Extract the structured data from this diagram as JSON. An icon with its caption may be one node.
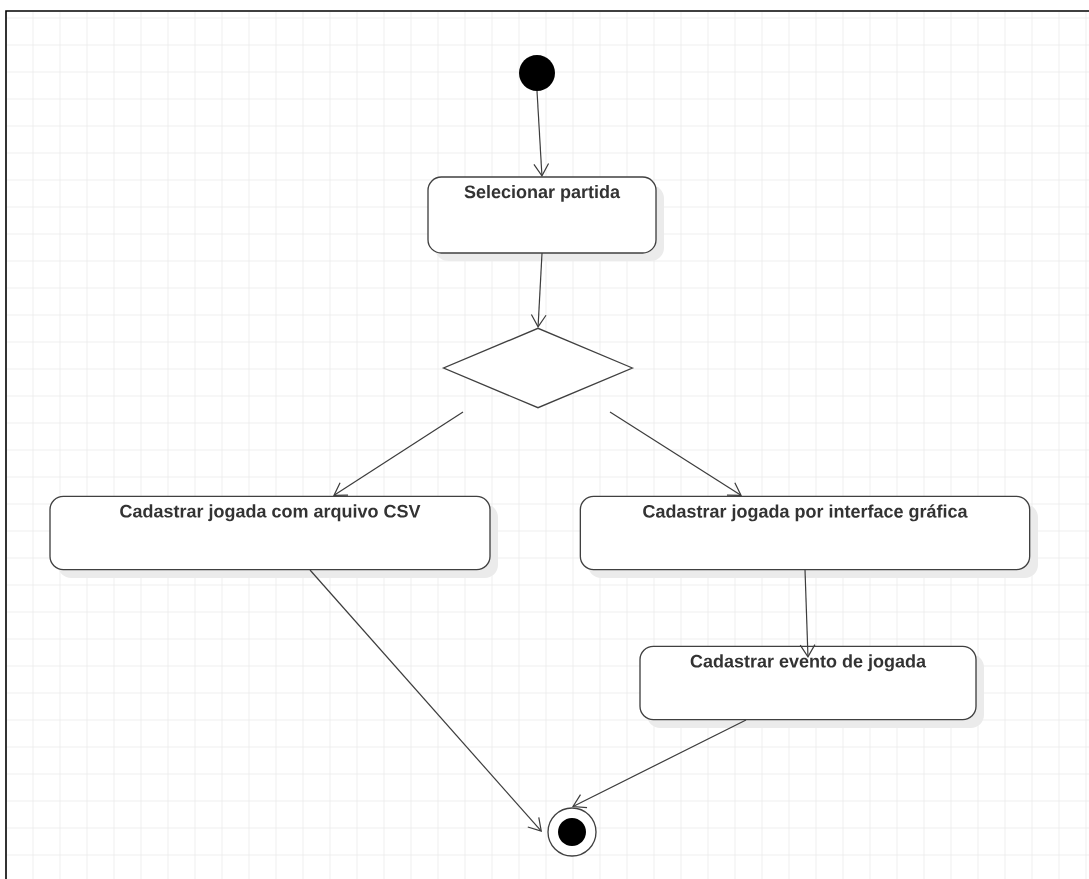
{
  "diagram": {
    "nodes": [
      {
        "text": [],
        "shape": "circle"
      },
      {
        "text": [
          "Selecionar partida"
        ]
      },
      {
        "text": [],
        "shape": "diamond"
      },
      {
        "text": [
          "Cadastrar jogada com arquivo CSV"
        ]
      },
      {
        "text": [
          "Cadastrar jogada por interface gráfica"
        ]
      },
      {
        "text": [
          "Cadastrar evento de jogada"
        ]
      },
      {
        "text": [],
        "shape": "bullseye"
      }
    ],
    "edges": [
      {
        "from": 0,
        "to": 1,
        "arrow": "to"
      },
      {
        "from": 1,
        "to": 2,
        "arrow": "to"
      },
      {
        "from": 2,
        "to": 3,
        "arrow": "to"
      },
      {
        "from": 2,
        "to": 4,
        "arrow": "to"
      },
      {
        "from": 3,
        "to": 6,
        "arrow": "to"
      },
      {
        "from": 4,
        "to": 5,
        "arrow": "to"
      },
      {
        "from": 5,
        "to": 6,
        "arrow": "to"
      }
    ]
  }
}
